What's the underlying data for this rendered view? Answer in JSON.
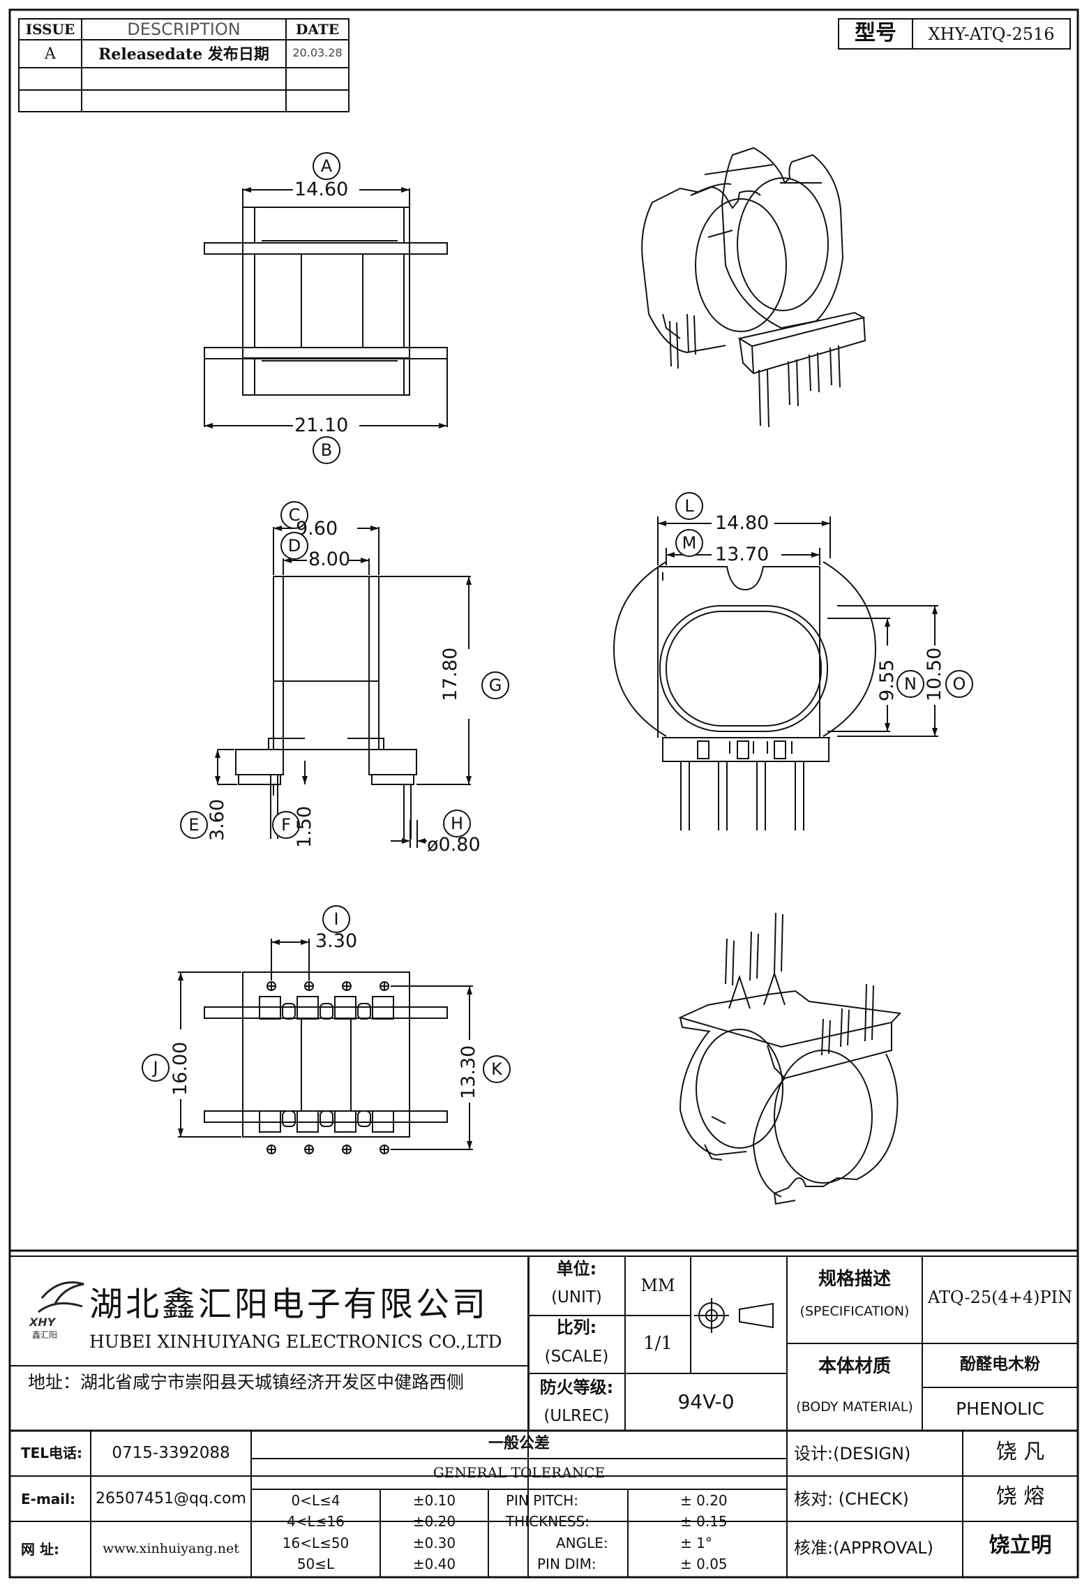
{
  "revision_table": {
    "headers": {
      "issue": "ISSUE",
      "description": "DESCRIPTION",
      "date": "DATE"
    },
    "rows": [
      {
        "issue": "A",
        "description": "Releasedate 发布日期",
        "date": "20.03.28"
      },
      {
        "issue": "",
        "description": "",
        "date": ""
      },
      {
        "issue": "",
        "description": "",
        "date": ""
      }
    ]
  },
  "model": {
    "label": "型号",
    "value": "XHY-ATQ-2516"
  },
  "dimensions": {
    "A": {
      "letter": "A",
      "value": "14.60"
    },
    "B": {
      "letter": "B",
      "value": "21.10"
    },
    "C": {
      "letter": "C",
      "value": "9.60"
    },
    "D": {
      "letter": "D",
      "value": "8.00"
    },
    "E": {
      "letter": "E",
      "value": "3.60"
    },
    "F": {
      "letter": "F",
      "value": "1.50"
    },
    "G": {
      "letter": "G",
      "value": "17.80"
    },
    "H": {
      "letter": "H",
      "value": "ø0.80"
    },
    "I": {
      "letter": "I",
      "value": "3.30"
    },
    "J": {
      "letter": "J",
      "value": "16.00"
    },
    "K": {
      "letter": "K",
      "value": "13.30"
    },
    "L": {
      "letter": "L",
      "value": "14.80"
    },
    "M": {
      "letter": "M",
      "value": "13.70"
    },
    "N": {
      "letter": "N",
      "value": "9.55"
    },
    "O": {
      "letter": "O",
      "value": "10.50"
    }
  },
  "company": {
    "name_cn": "湖北鑫汇阳电子有限公司",
    "name_en": "HUBEI XINHUIYANG ELECTRONICS CO.,LTD",
    "address": "地址：湖北省咸宁市崇阳县天城镇经济开发区中健路西侧",
    "logo_text": "XHY",
    "logo_sub": "鑫汇阳"
  },
  "title_block": {
    "unit_cn": "单位:",
    "unit_en": "(UNIT)",
    "unit_value": "MM",
    "scale_cn": "比列:",
    "scale_en": "(SCALE)",
    "scale_value": "1/1",
    "ulrec_cn": "防火等级:",
    "ulrec_en": "(ULREC)",
    "ulrec_value": "94V-0",
    "spec_cn": "规格描述",
    "spec_en": "(SPECIFICATION)",
    "spec_value": "ATQ-25(4+4)PIN",
    "material_cn": "本体材质",
    "material_en": "(BODY MATERIAL)",
    "material_value_cn": "酚醛电木粉",
    "material_value_en": "PHENOLIC"
  },
  "contact": {
    "tel_label": "TEL电话:",
    "tel": "0715-3392088",
    "email_label": "E-mail:",
    "email": "26507451@qq.com",
    "web_label": "网 址:",
    "web": "www.xinhuiyang.net"
  },
  "tolerance": {
    "title_cn": "一般公差",
    "title_en": "GENERAL TOLERANCE",
    "ranges": [
      {
        "range": "0<L≤4",
        "tol": "±0.10"
      },
      {
        "range": "4<L≤16",
        "tol": "±0.20"
      },
      {
        "range": "16<L≤50",
        "tol": "±0.30"
      },
      {
        "range": "50≤L",
        "tol": "±0.40"
      }
    ],
    "items": [
      {
        "label": "PIN PITCH:",
        "value": "± 0.20"
      },
      {
        "label": "THICKNESS:",
        "value": "± 0.15"
      },
      {
        "label": "ANGLE:",
        "value": "± 1°"
      },
      {
        "label": "PIN DIM:",
        "value": "± 0.05"
      }
    ]
  },
  "approvals": [
    {
      "label": "设计:(DESIGN)",
      "name": "饶 凡"
    },
    {
      "label": "核对: (CHECK)",
      "name": "饶 熔"
    },
    {
      "label": "核准:(APPROVAL)",
      "name": "饶立明"
    }
  ]
}
